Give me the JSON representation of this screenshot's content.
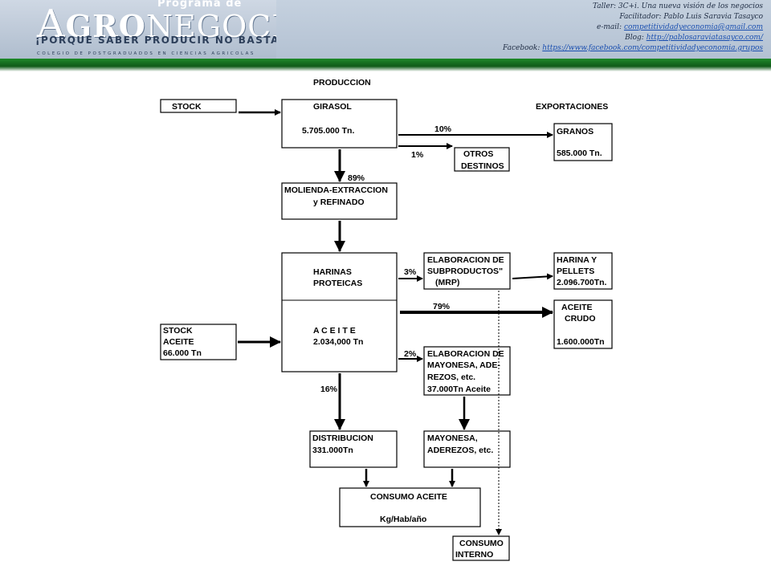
{
  "header": {
    "logo_program": "Programa de",
    "logo_a": "A",
    "logo_gro": "GRO",
    "logo_negocios": "NEGOCIOS",
    "logo_slogan": "¡PORQUE SABER PRODUCIR NO BASTA!",
    "logo_college": "COLEGIO DE POSTGRADUADOS EN CIENCIAS AGRICOLAS",
    "info": {
      "taller": "Taller: 3C+i. Una nueva visión de los negocios",
      "facilitador": "Facilitador: Pablo Luis Saravia Tasayco",
      "email_label": "e-mail: ",
      "email": "competitividadyeconomia@gmail.com",
      "blog_label": "Blog: ",
      "blog": "http://pablosaraviatasayco.com/",
      "facebook_label": "Facebook: ",
      "facebook": "https://www.facebook.com/competitividadyeconomia.grupos"
    }
  },
  "diagram": {
    "produccion": "PRODUCCION",
    "exportaciones": "EXPORTACIONES",
    "stock": "STOCK",
    "girasol": "GIRASOL",
    "girasol_value": "5.705.000 Tn.",
    "pct_10": "10%",
    "pct_1": "1%",
    "granos": "GRANOS",
    "granos_value": "585.000 Tn.",
    "otros_1": "OTROS",
    "otros_2": "DESTINOS",
    "pct_89": "89%",
    "molienda_1": "MOLIENDA-EXTRACCION",
    "molienda_2": "y REFINADO",
    "harinas_1": "HARINAS",
    "harinas_2": "PROTEICAS",
    "aceite": "A C E I T E",
    "aceite_value": "2.034,000 Tn",
    "stock_aceite_1": "STOCK",
    "stock_aceite_2": "ACEITE",
    "stock_aceite_3": "66.000 Tn",
    "pct_3": "3%",
    "elab_sub_1": "ELABORACION DE",
    "elab_sub_2": "SUBPRODUCTOS\"",
    "elab_sub_3": "(MRP)",
    "harina_pellets_1": "HARINA Y",
    "harina_pellets_2": "PELLETS",
    "harina_pellets_3": "2.096.700Tn.",
    "pct_79": "79%",
    "aceite_crudo_1": "ACEITE",
    "aceite_crudo_2": "CRUDO",
    "aceite_crudo_3": "1.600.000Tn",
    "pct_2": "2%",
    "elab_may_1": "ELABORACION DE",
    "elab_may_2": "MAYONESA, ADE-",
    "elab_may_3": "REZOS, etc.",
    "elab_may_4": "37.000Tn Aceite",
    "pct_16": "16%",
    "distribucion_1": "DISTRIBUCION",
    "distribucion_2": "331.000Tn",
    "mayonesa_1": "MAYONESA,",
    "mayonesa_2": "ADEREZOS, etc.",
    "consumo_aceite_1": "CONSUMO ACEITE",
    "consumo_aceite_2": "Kg/Hab/año",
    "consumo_interno_1": "CONSUMO",
    "consumo_interno_2": "INTERNO"
  }
}
